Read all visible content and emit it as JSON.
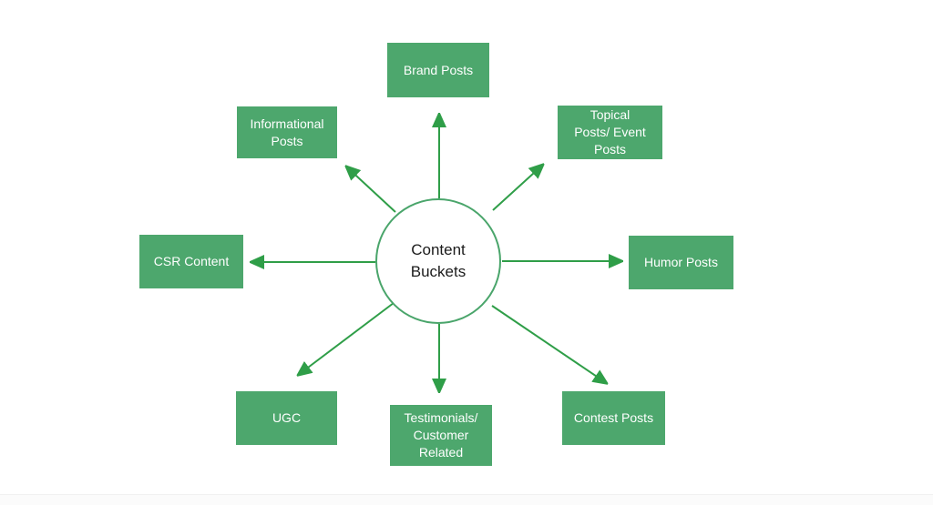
{
  "diagram": {
    "center": {
      "label": "Content\nBuckets"
    },
    "nodes": [
      {
        "id": "brand-posts",
        "label": "Brand Posts"
      },
      {
        "id": "topical-posts",
        "label": "Topical\nPosts/ Event\nPosts"
      },
      {
        "id": "humor-posts",
        "label": "Humor Posts"
      },
      {
        "id": "contest-posts",
        "label": "Contest Posts"
      },
      {
        "id": "testimonials",
        "label": "Testimonials/\nCustomer\nRelated"
      },
      {
        "id": "ugc",
        "label": "UGC"
      },
      {
        "id": "csr-content",
        "label": "CSR Content"
      },
      {
        "id": "informational-posts",
        "label": "Informational\nPosts"
      }
    ],
    "colors": {
      "node_fill": "#4da76d",
      "node_text": "#ffffff",
      "arrow": "#2f9e48",
      "circle_border": "#4aa56b",
      "center_text": "#1b1b1b",
      "background": "#ffffff"
    }
  }
}
